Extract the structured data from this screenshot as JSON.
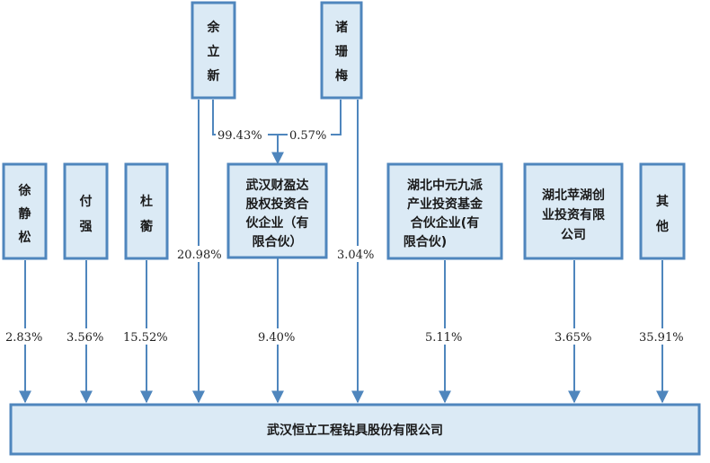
{
  "nodes": {
    "yu_lixin": [
      "余",
      "立",
      "新"
    ],
    "zhu_shanmei": [
      "诸",
      "珊",
      "梅"
    ],
    "xu_jingsong": [
      "徐",
      "静",
      "松"
    ],
    "fu_qiang": [
      "付",
      "强"
    ],
    "du_heng": [
      "杜",
      "蘅"
    ],
    "wuhan_caiyingda": [
      "武汉财盈达",
      "股权投资合",
      "伙企业（有",
      "限合伙）"
    ],
    "hubei_zhongyuan": [
      "湖北中元九派",
      "产业投资基金",
      "合伙企业(有",
      "限合伙)"
    ],
    "hubei_pinghu": [
      "湖北苹湖创",
      "业投资有限",
      "公司"
    ],
    "others": [
      "其",
      "他"
    ],
    "company": "武汉恒立工程钻具股份有限公司"
  },
  "edges": {
    "yu_to_caiyingda": "99.43%",
    "zhu_to_caiyingda": "0.57%",
    "yu_to_company": "20.98%",
    "zhu_to_company": "3.04%",
    "xu_to_company": "2.83%",
    "fu_to_company": "3.56%",
    "du_to_company": "15.52%",
    "caiyingda_to_company": "9.40%",
    "zhongyuan_to_company": "5.11%",
    "pinghu_to_company": "3.65%",
    "others_to_company": "35.91%"
  },
  "colors": {
    "box_fill": "#dbeaf5",
    "box_stroke": "#4f86bd",
    "arrow": "#4f86bd"
  }
}
